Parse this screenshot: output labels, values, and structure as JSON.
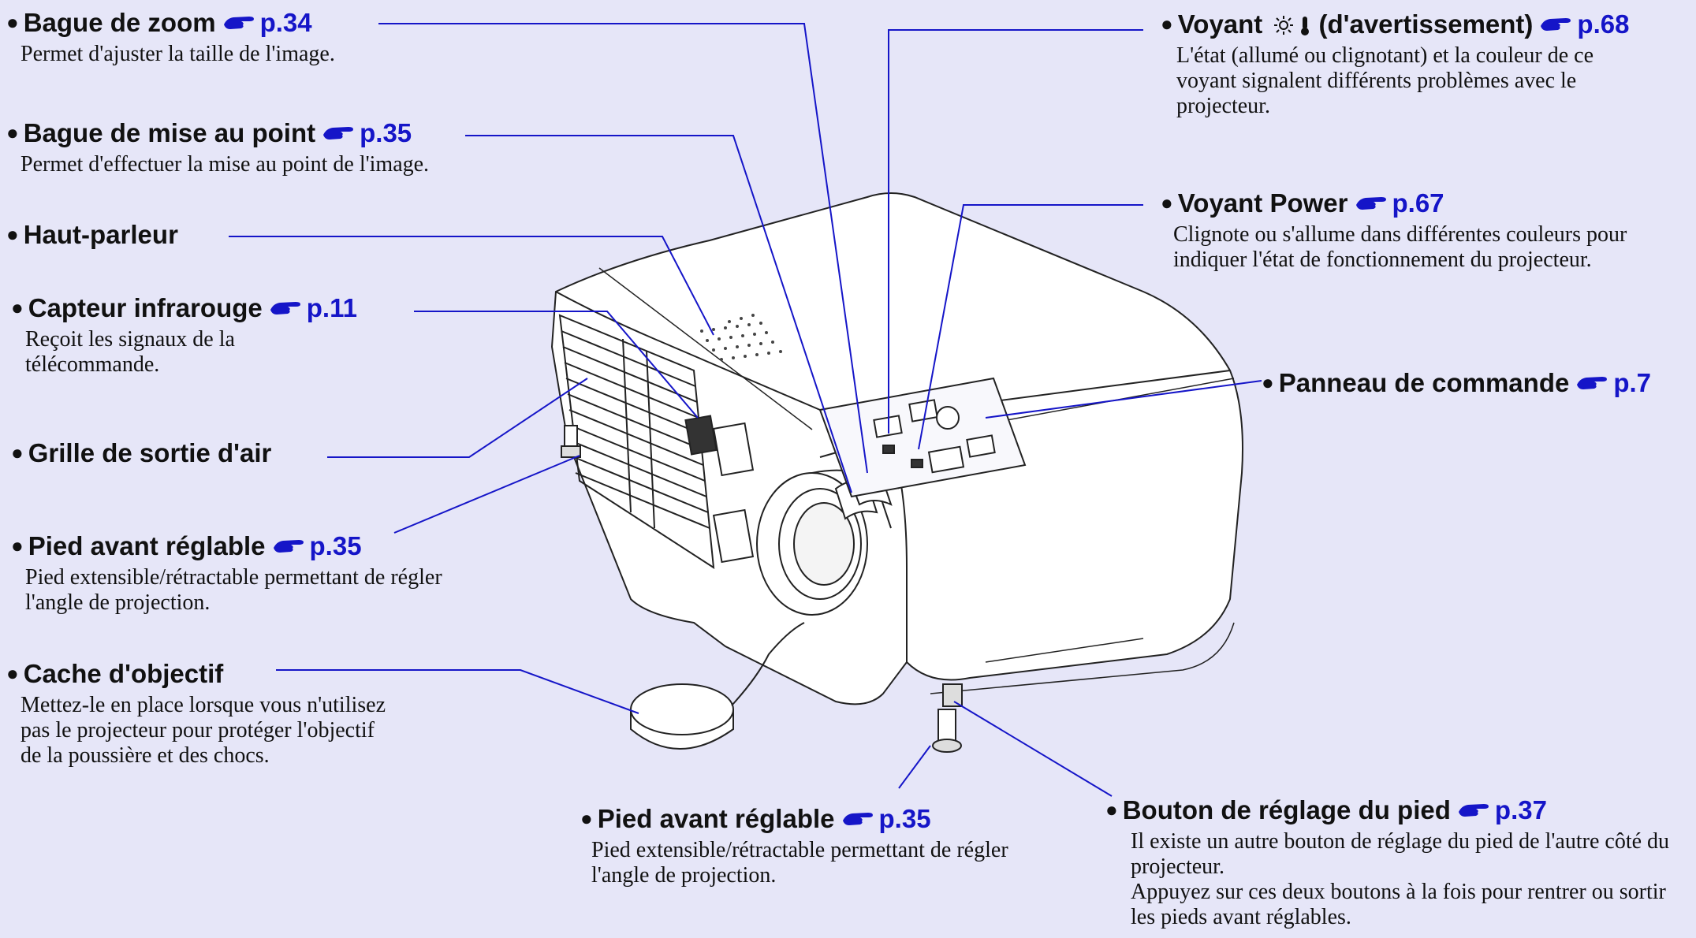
{
  "callouts": {
    "zoom": {
      "title": "Bague de zoom",
      "ref": "p.34",
      "desc": "Permet d'ajuster la taille de l'image."
    },
    "focus": {
      "title": "Bague de mise au point",
      "ref": "p.35",
      "desc": "Permet d'effectuer la mise au point de l'image."
    },
    "speaker": {
      "title": "Haut-parleur"
    },
    "ir": {
      "title": "Capteur infrarouge",
      "ref": "p.11",
      "desc": "Reçoit les signaux de la télécommande."
    },
    "grille": {
      "title": "Grille de sortie d'air"
    },
    "foot_left": {
      "title": "Pied avant réglable",
      "ref": "p.35",
      "desc": "Pied extensible/rétractable permettant de régler l'angle de projection."
    },
    "cache": {
      "title": "Cache d'objectif",
      "desc": "Mettez-le en place lorsque vous n'utilisez pas le projecteur pour protéger l'objectif de la poussière et des chocs."
    },
    "warning": {
      "title": "Voyant",
      "title_suffix": "(d'avertissement)",
      "ref": "p.68",
      "desc": "L'état (allumé ou clignotant) et la couleur de ce voyant signalent différents problèmes avec le projecteur."
    },
    "power": {
      "title": "Voyant Power",
      "ref": "p.67",
      "desc": "Clignote ou s'allume dans différentes couleurs pour indiquer l'état de fonctionnement du projecteur."
    },
    "panel": {
      "title": "Panneau de commande",
      "ref": "p.7"
    },
    "foot_center": {
      "title": "Pied avant réglable",
      "ref": "p.35",
      "desc": "Pied extensible/rétractable permettant de régler l'angle de projection."
    },
    "foot_button": {
      "title": "Bouton de réglage du pied",
      "ref": "p.37",
      "desc1": "Il existe un autre bouton de réglage du pied de l'autre côté du projecteur.",
      "desc2": "Appuyez sur ces deux boutons à la fois pour rentrer ou sortir les pieds avant réglables."
    }
  },
  "colors": {
    "background": "#e6e6f8",
    "link": "#1515c8",
    "leader": "#1515c8"
  }
}
